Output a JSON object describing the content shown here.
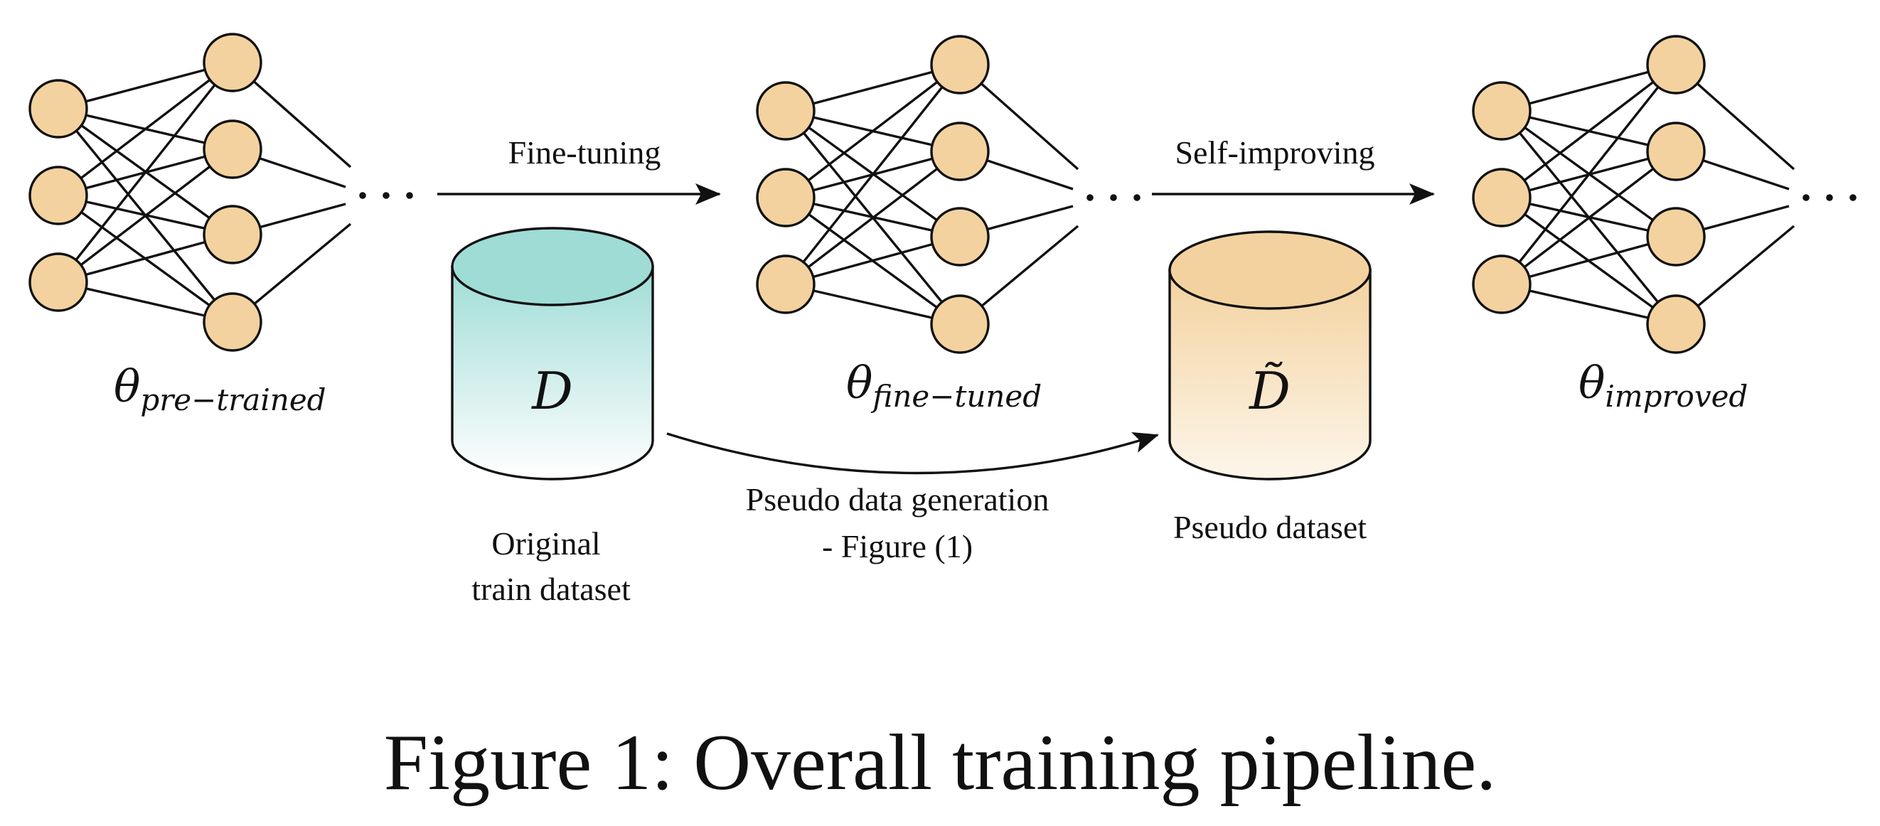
{
  "diagram": {
    "networks": [
      {
        "id": "pretrained",
        "symbol": "θ",
        "subscript": "pre−trained"
      },
      {
        "id": "finetuned",
        "symbol": "θ",
        "subscript": "fine−tuned"
      },
      {
        "id": "improved",
        "symbol": "θ",
        "subscript": "improved"
      }
    ],
    "ellipsis": "· · ·",
    "arrows": {
      "finetune": "Fine-tuning",
      "selfimprove": "Self-improving",
      "pseudo_line1": "Pseudo data generation",
      "pseudo_line2": "- Figure (1)"
    },
    "datasets": {
      "original": {
        "symbol": "D",
        "caption_line1": "Original",
        "caption_line2": "train dataset",
        "color_top": "#9fdcd6",
        "color_bottom": "#ffffff"
      },
      "pseudo": {
        "symbol": "D̃",
        "caption": "Pseudo dataset",
        "color_top": "#f3d29f",
        "color_bottom": "#fdf6ea"
      }
    },
    "node_color": "#f3d29f"
  },
  "caption": "Figure 1: Overall training pipeline."
}
